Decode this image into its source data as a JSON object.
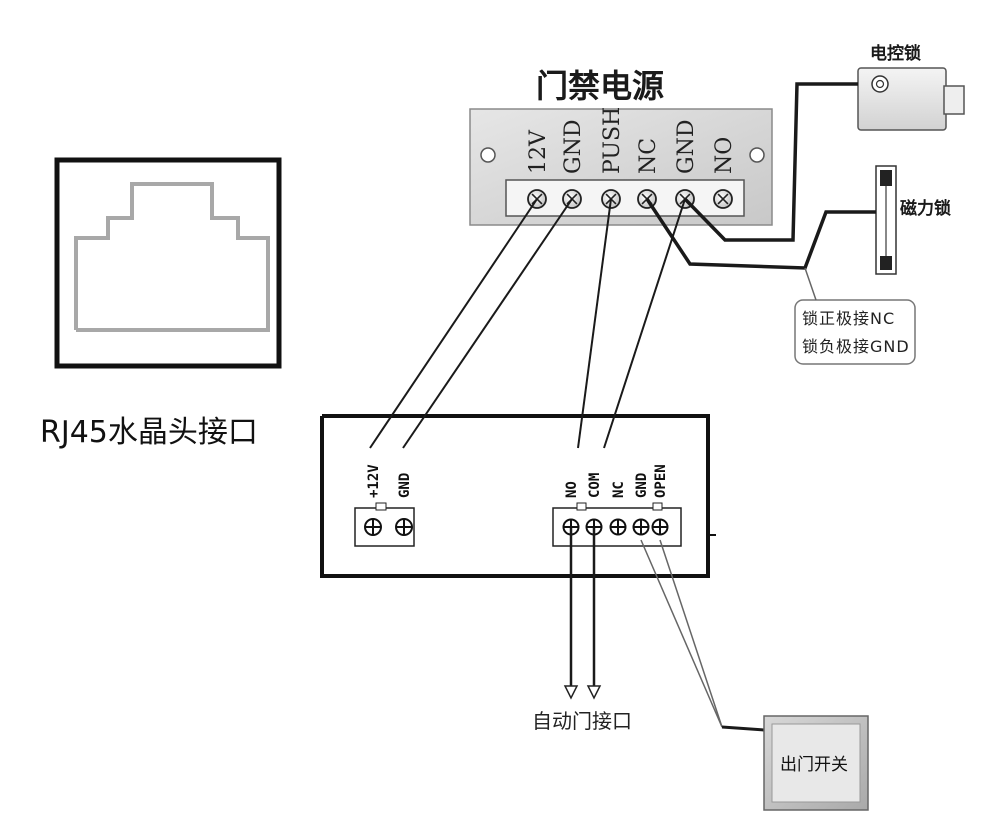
{
  "power_supply": {
    "title": "门禁电源",
    "terminals": [
      "12V",
      "GND",
      "PUSH",
      "NC",
      "GND",
      "NO"
    ]
  },
  "electric_lock": {
    "label": "电控锁"
  },
  "magnetic_lock": {
    "label": "磁力锁"
  },
  "lock_note": {
    "line1": "锁正极接NC",
    "line2": "锁负极接GND"
  },
  "rj45": {
    "label": "RJ45水晶头接口"
  },
  "controller": {
    "power_terminals": [
      "+12V",
      "GND"
    ],
    "relay_terminals": [
      "NO",
      "COM",
      "NC",
      "GND",
      "OPEN"
    ]
  },
  "auto_door": {
    "label": "自动门接口"
  },
  "exit_switch": {
    "label": "出门开关"
  },
  "colors": {
    "wire": "#1a1a1a",
    "panel": "#d9d9d9",
    "rj45_outline": "#aaaaaa"
  }
}
